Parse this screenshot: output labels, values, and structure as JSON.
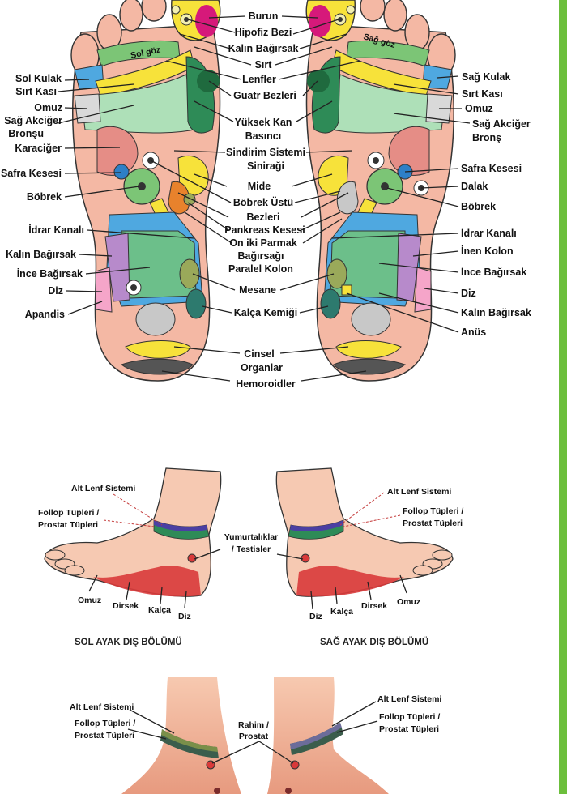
{
  "center_labels": {
    "burun": "Burun",
    "hipofiz": "Hipofiz Bezi",
    "kalin_bagirsak": "Kalın Bağırsak",
    "sirt": "Sırt",
    "lenfler": "Lenfler",
    "guatr": "Guatr Bezleri",
    "yuksek_kan_1": "Yüksek Kan",
    "yuksek_kan_2": "Basıncı",
    "sindirim_1": "Sindirim Sistemi",
    "sindirim_2": "Siniraği",
    "mide": "Mide",
    "bobrek_ustu_1": "Böbrek Üstü",
    "bobrek_ustu_2": "Bezleri",
    "pankreas": "Pankreas Kesesi",
    "on_iki": "On iki Parmak",
    "bagirsagi": "Bağırsağı",
    "paralel": "Paralel Kolon",
    "mesane": "Mesane",
    "kalca_kemigi": "Kalça Kemiği",
    "cinsel_1": "Cinsel",
    "cinsel_2": "Organlar",
    "hemoroidler": "Hemoroidler"
  },
  "left_foot": {
    "sol_goz": "Sol göz",
    "sol_kulak": "Sol Kulak",
    "sirt_kasi": "Sırt Kası",
    "omuz": "Omuz",
    "akciger_1": "Sağ Akciğer",
    "akciger_2": "Bronşu",
    "karaciger": "Karaciğer",
    "safra": "Safra Kesesi",
    "bobrek": "Böbrek",
    "idrar": "İdrar Kanalı",
    "kalin": "Kalın Bağırsak",
    "ince": "İnce Bağırsak",
    "diz": "Diz",
    "apandis": "Apandis"
  },
  "right_foot": {
    "sag_goz": "Sağ göz",
    "sag_kulak": "Sağ Kulak",
    "sirt_kasi": "Sırt Kası",
    "omuz": "Omuz",
    "akciger_1": "Sağ Akciğer",
    "akciger_2": "Bronş",
    "safra": "Safra Kesesi",
    "dalak": "Dalak",
    "bobrek": "Böbrek",
    "idrar": "İdrar Kanalı",
    "inen": "İnen Kolon",
    "ince": "İnce Bağırsak",
    "diz": "Diz",
    "kalin": "Kalın Bağırsak",
    "anus": "Anüs"
  },
  "outer_section": {
    "alt_lenf": "Alt Lenf Sistemi",
    "follop_1": "Follop Tüpleri /",
    "follop_2": "Prostat Tüpleri",
    "yumurta_1": "Yumurtalıklar",
    "yumurta_2": "/ Testisler",
    "omuz": "Omuz",
    "dirsek": "Dirsek",
    "kalca": "Kalça",
    "diz": "Diz",
    "sol_caption": "SOL AYAK DIŞ BÖLÜMÜ",
    "sag_caption": "SAĞ AYAK DIŞ BÖLÜMÜ"
  },
  "inner_section": {
    "alt_lenf": "Alt Lenf Sistemi",
    "follop_1": "Follop Tüpleri /",
    "follop_2": "Prostat Tüpleri",
    "rahim_1": "Rahim /",
    "rahim_2": "Prostat"
  },
  "colors": {
    "skin": "#f6c9b2",
    "yellow": "#f7e23a",
    "green": "#7cc576",
    "dark_green": "#2e8b57",
    "magenta": "#d6197a",
    "blue": "#4fa8e0",
    "purple": "#b78acb",
    "olive": "#9aa95a",
    "teal": "#2d7a6e",
    "gray": "#c8c8c8",
    "orange": "#e8822c",
    "accent_bar": "#6cbf3c"
  }
}
